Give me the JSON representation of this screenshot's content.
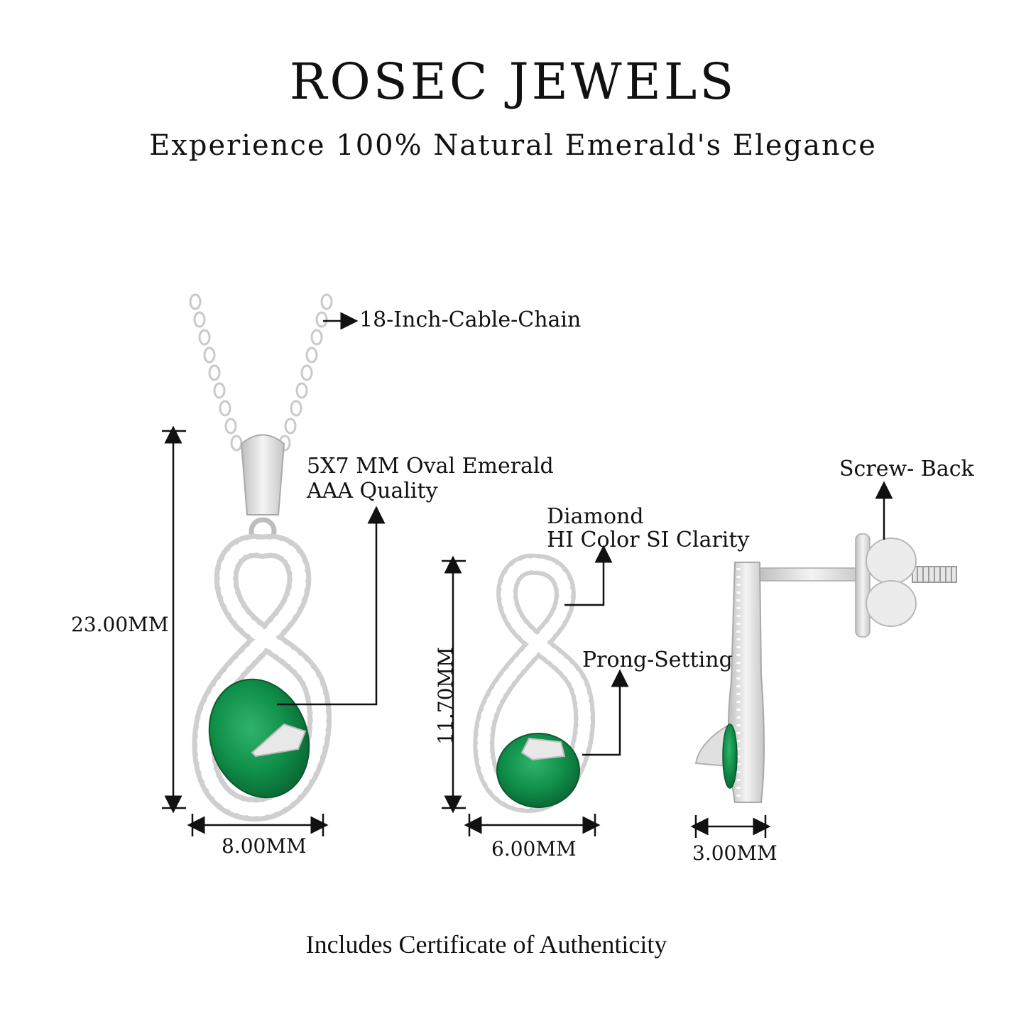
{
  "header": {
    "brand": "ROSEC JEWELS",
    "tagline": "Experience 100% Natural Emerald's Elegance"
  },
  "pendant": {
    "chain_label": "18-Inch-Cable-Chain",
    "stone_label_line1": "5X7 MM Oval Emerald",
    "stone_label_line2": "AAA Quality",
    "height_label": "23.00MM",
    "width_label": "8.00MM"
  },
  "earring": {
    "diamond_label_line1": "Diamond",
    "diamond_label_line2": "HI Color SI Clarity",
    "setting_label": "Prong-Setting",
    "height_label": "11.70MM",
    "width_label": "6.00MM",
    "back_label": "Screw- Back",
    "depth_label": "3.00MM"
  },
  "footer": {
    "note": "Includes Certificate of Authenticity"
  },
  "colors": {
    "metal": "#dcdcdc",
    "emerald": "#0f8a45",
    "ink": "#111111"
  }
}
